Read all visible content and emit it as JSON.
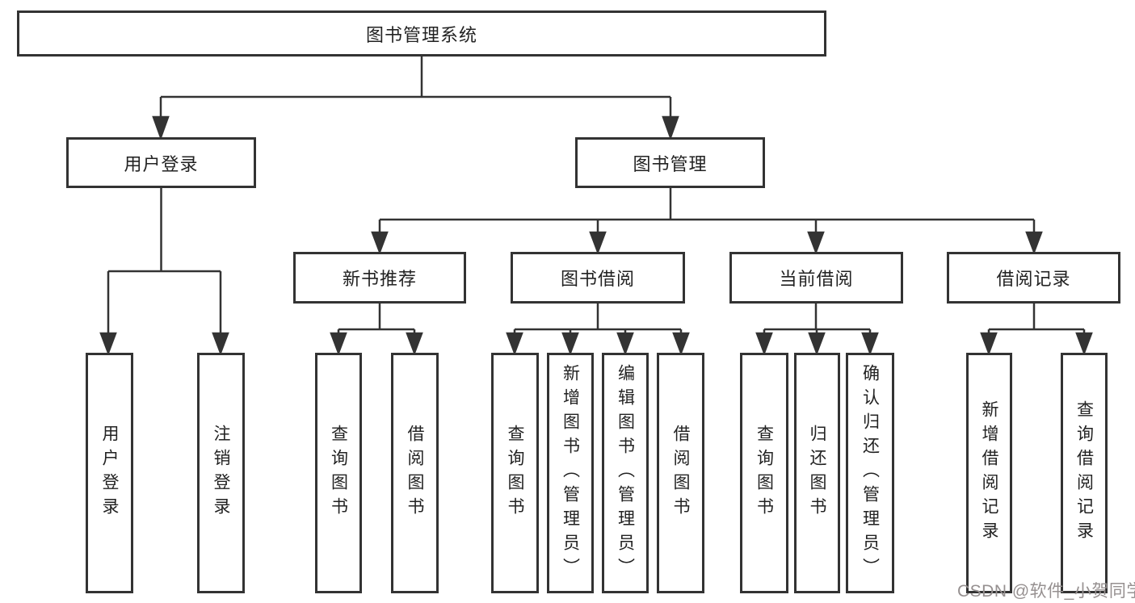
{
  "tree": {
    "label": "图书管理系统",
    "children": [
      {
        "label": "用户登录",
        "children": [
          {
            "label": "用户登录"
          },
          {
            "label": "注销登录"
          }
        ]
      },
      {
        "label": "图书管理",
        "children": [
          {
            "label": "新书推荐",
            "children": [
              {
                "label": "查询图书"
              },
              {
                "label": "借阅图书"
              }
            ]
          },
          {
            "label": "图书借阅",
            "children": [
              {
                "label": "查询图书"
              },
              {
                "label": "新增图书（管理员）"
              },
              {
                "label": "编辑图书（管理员）"
              },
              {
                "label": "借阅图书"
              }
            ]
          },
          {
            "label": "当前借阅",
            "children": [
              {
                "label": "查询图书"
              },
              {
                "label": "归还图书"
              },
              {
                "label": "确认归还（管理员）"
              }
            ]
          },
          {
            "label": "借阅记录",
            "children": [
              {
                "label": "新增借阅记录"
              },
              {
                "label": "查询借阅记录"
              }
            ]
          }
        ]
      }
    ]
  },
  "watermark": {
    "text": "CSDN @软件_小贺同学"
  },
  "colors": {
    "line": "#333333",
    "border": "#333333",
    "text": "#222222",
    "watermark": "#969090",
    "background": "#ffffff"
  }
}
